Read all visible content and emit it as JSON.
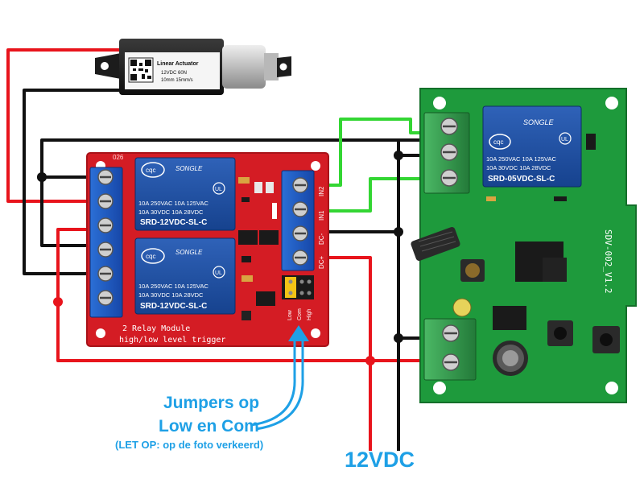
{
  "actuator": {
    "title": "Linear Actuator",
    "spec1": "12VDC 60N",
    "spec2": "10mm 15mm/s"
  },
  "relay_module": {
    "top_code": "026",
    "relay1_brand": "SONGLE",
    "relay1_spec1": "10A 250VAC  10A 125VAC",
    "relay1_spec2": "10A 30VDC   10A 28VDC",
    "relay1_model": "SRD-12VDC-SL-C",
    "relay2_brand": "SONGLE",
    "relay2_spec1": "10A 250VAC  10A 125VAC",
    "relay2_spec2": "10A 30VDC   10A 28VDC",
    "relay2_model": "SRD-12VDC-SL-C",
    "label_line1": "2 Relay Module",
    "label_line2": "high/low level trigger",
    "pin_in2": "IN2",
    "pin_in1": "IN1",
    "pin_dcm": "DC-",
    "pin_dcp": "DC+",
    "jumper_low": "Low",
    "jumper_com": "Com",
    "jumper_high": "High"
  },
  "receiver": {
    "relay_brand": "SONGLE",
    "relay_spec1": "10A 250VAC  10A 125VAC",
    "relay_spec2": "10A 30VDC   10A 28VDC",
    "relay_model": "SRD-05VDC-SL-C",
    "board_code": "SDV-002_V1.2"
  },
  "annotations": {
    "jumper_line1": "Jumpers op",
    "jumper_line2": "Low en Com",
    "jumper_note": "(LET OP: op de foto verkeerd)",
    "power_label": "12VDC"
  },
  "colors": {
    "wire_red": "#e8141c",
    "wire_black": "#111111",
    "wire_green": "#33d633",
    "callout_blue": "#1ea0e6",
    "relay_board": "#d41c24",
    "receiver_board": "#1e9a3c",
    "terminal_blue": "#1f5ec8",
    "terminal_green": "#2f9a4a"
  }
}
